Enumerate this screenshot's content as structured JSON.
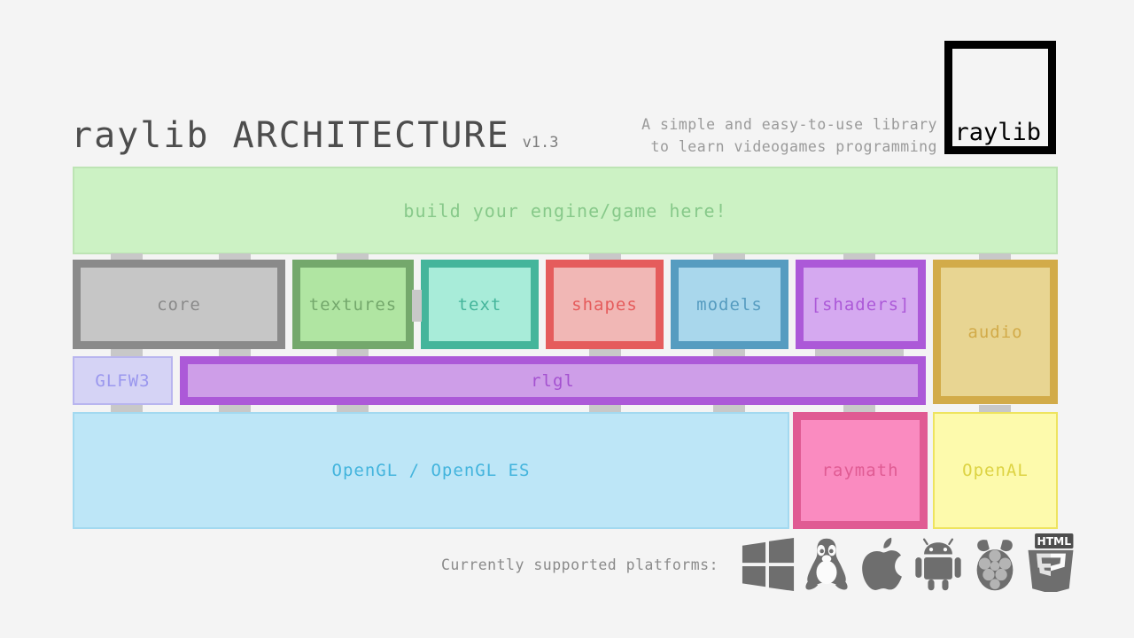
{
  "page": {
    "background": "#f4f4f4"
  },
  "header": {
    "title": "raylib ARCHITECTURE",
    "version": "v1.3",
    "tagline_line1": "A simple and easy-to-use library",
    "tagline_line2": "to learn videogames programming",
    "logo_text": "raylib"
  },
  "banner": {
    "label": "build your engine/game here!",
    "fill": "#ccf2c4",
    "text_color": "#87c98a"
  },
  "modules": [
    {
      "id": "core",
      "label": "core",
      "fill": "#c6c6c6",
      "border": "#8a8a8a"
    },
    {
      "id": "textures",
      "label": "textures",
      "fill": "#b0e5a2",
      "border": "#74a86c"
    },
    {
      "id": "text",
      "label": "text",
      "fill": "#a8ecd9",
      "border": "#45b59b"
    },
    {
      "id": "shapes",
      "label": "shapes",
      "fill": "#f1b7b5",
      "border": "#e55c5c"
    },
    {
      "id": "models",
      "label": "models",
      "fill": "#a9d7ec",
      "border": "#569cc0"
    },
    {
      "id": "shaders",
      "label": "[shaders]",
      "fill": "#d5a9f0",
      "border": "#ac59d8"
    },
    {
      "id": "audio",
      "label": "audio",
      "fill": "#e8d592",
      "border": "#d2ab49"
    }
  ],
  "middle_layer": [
    {
      "id": "glfw3",
      "label": "GLFW3",
      "fill": "#d5d3f5",
      "border": "#b8b5ef"
    },
    {
      "id": "rlgl",
      "label": "rlgl",
      "fill": "#ce9ee8",
      "border": "#ac59d8"
    }
  ],
  "bottom_layer": [
    {
      "id": "opengl",
      "label": "OpenGL / OpenGL ES",
      "fill": "#bde6f7",
      "border": "#a3d9f0"
    },
    {
      "id": "raymath",
      "label": "raymath",
      "fill": "#fa8bc0",
      "border": "#e05b93"
    },
    {
      "id": "openal",
      "label": "OpenAL",
      "fill": "#fdfaac",
      "border": "#eee45f"
    }
  ],
  "footer": {
    "label": "Currently supported platforms:",
    "platforms": [
      "windows-icon",
      "linux-tux-icon",
      "apple-icon",
      "android-icon",
      "raspberry-pi-icon",
      "html5-icon"
    ]
  }
}
